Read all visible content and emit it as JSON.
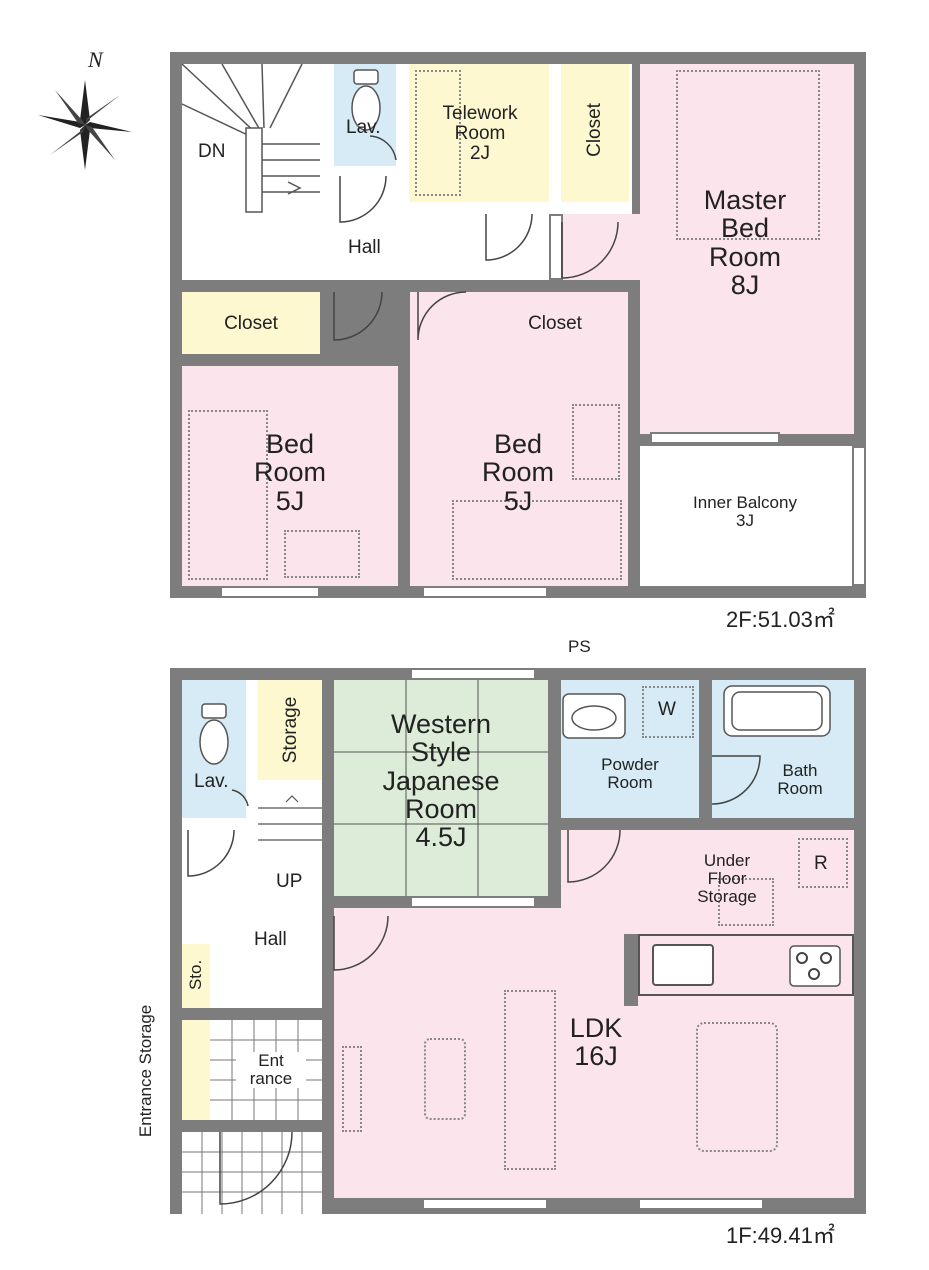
{
  "compass": {
    "north_label": "N"
  },
  "floor2": {
    "area_label": "2F:51.03㎡",
    "stair_label": "DN",
    "hall_label": "Hall",
    "lav_label": "Lav.",
    "telework": {
      "line1": "Telework",
      "line2": "Room",
      "line3": "2J"
    },
    "closet_vertical": "Closet",
    "master": {
      "line1": "Master",
      "line2": "Bed",
      "line3": "Room",
      "line4": "8J"
    },
    "closet_left": "Closet",
    "closet_right": "Closet",
    "bed_left": {
      "line1": "Bed",
      "line2": "Room",
      "line3": "5J"
    },
    "bed_right": {
      "line1": "Bed",
      "line2": "Room",
      "line3": "5J"
    },
    "balcony": {
      "line1": "Inner Balcony",
      "line2": "3J"
    }
  },
  "floor1": {
    "area_label": "1F:49.41㎡",
    "lav_label": "Lav.",
    "storage_label": "Storage",
    "western": {
      "line1": "Western",
      "line2": "Style",
      "line3": "Japanese",
      "line4": "Room",
      "line5": "4.5J"
    },
    "ps_label": "PS",
    "washer_label": "W",
    "powder": {
      "line1": "Powder",
      "line2": "Room"
    },
    "bath": {
      "line1": "Bath",
      "line2": "Room"
    },
    "stair_label": "UP",
    "hall_label": "Hall",
    "sto_label": "Sto.",
    "underfloor": {
      "line1": "Under",
      "line2": "Floor",
      "line3": "Storage"
    },
    "fridge_label": "R",
    "ldk": {
      "line1": "LDK",
      "line2": "16J"
    },
    "entrance": {
      "line1": "Ent",
      "line2": "rance"
    },
    "entrance_storage_label": "Entrance Storage"
  }
}
